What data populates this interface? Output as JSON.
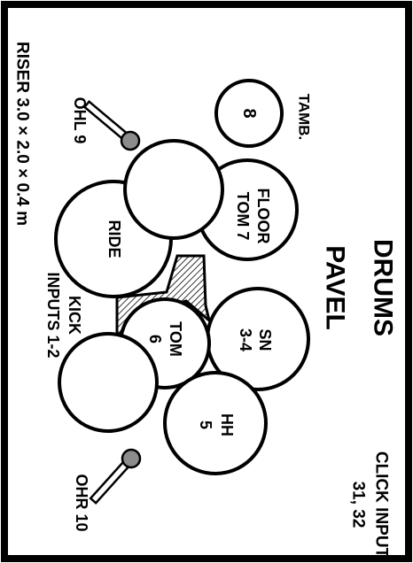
{
  "title_line1": "DRUMS",
  "title_line2": "PAVEL",
  "click_line1": "CLICK INPUT",
  "click_line2": "31, 32",
  "riser": "RISER 3.0 × 2.0 × 0.4 m",
  "tamb": {
    "label": "TAMB.",
    "number": "8"
  },
  "ohl": "OHL 9",
  "ohr": "OHR 10",
  "floor_tom": {
    "line1": "FLOOR",
    "line2": "TOM 7"
  },
  "ride": "RIDE",
  "snare": {
    "line1": "SN",
    "line2": "3-4"
  },
  "tom": {
    "line1": "TOM",
    "line2": "6"
  },
  "hihat": {
    "line1": "HH",
    "line2": "5"
  },
  "kick": {
    "line1": "KICK",
    "line2": "INPUTS 1-2"
  },
  "colors": {
    "ink": "#000000",
    "paper": "#ffffff",
    "mic_head": "#8c8c8c"
  }
}
